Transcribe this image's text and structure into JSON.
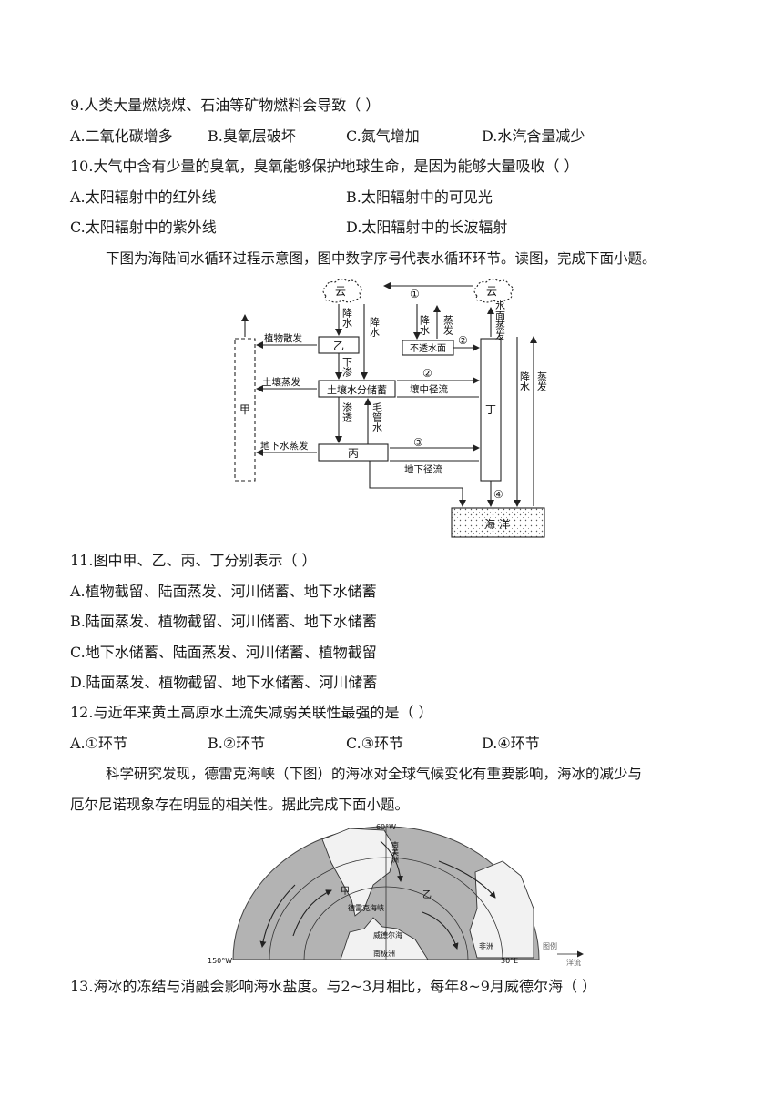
{
  "q9": {
    "stem": "9.人类大量燃烧煤、石油等矿物燃料会导致（    ）",
    "options": [
      "A.二氧化碳增多",
      "B.臭氧层破坏",
      "C.氮气增加",
      "D.水汽含量减少"
    ]
  },
  "q10": {
    "stem": "10.大气中含有少量的臭氧，臭氧能够保护地球生命，是因为能够大量吸收（    ）",
    "options": [
      "A.太阳辐射中的红外线",
      "B.太阳辐射中的可见光",
      "C.太阳辐射中的紫外线",
      "D.太阳辐射中的长波辐射"
    ]
  },
  "intro1": "下图为海陆间水循环过程示意图，图中数字序号代表水循环环节。读图，完成下面小题。",
  "diagram1": {
    "cloud_left": "云",
    "cloud_right": "云",
    "n1": "①",
    "n2a": "②",
    "n2b": "②",
    "n3": "③",
    "n4": "④",
    "jia": "甲",
    "yi": "乙",
    "bing": "丙",
    "ding": "丁",
    "plant_evap": "植物散发",
    "soil_evap": "土壤蒸发",
    "ground_evap": "地下水蒸发",
    "soil_store": "土壤水分储蓄",
    "impervious": "不透水面",
    "soil_runoff": "壤中径流",
    "ground_runoff": "地下径流",
    "ocean": "海    洋",
    "rain1": "降水",
    "rain2": "降水",
    "rain3": "降水",
    "rain4": "降水",
    "evap1": "蒸发",
    "evap2": "蒸发",
    "surface_evap": "水面蒸发",
    "infiltrate": "下渗",
    "percolate": "渗透",
    "capillary": "毛管水"
  },
  "q11": {
    "stem": "11.图中甲、乙、丙、丁分别表示（    ）",
    "options": [
      "A.植物截留、陆面蒸发、河川储蓄、地下水储蓄",
      "B.陆面蒸发、植物截留、河川储蓄、地下水储蓄",
      "C.地下水储蓄、陆面蒸发、河川储蓄、植物截留",
      "D.陆面蒸发、植物截留、地下水储蓄、河川储蓄"
    ]
  },
  "q12": {
    "stem": "12.与近年来黄土高原水土流失减弱关联性最强的是（    ）",
    "options": [
      "A.①环节",
      "B.②环节",
      "C.③环节",
      "D.④环节"
    ]
  },
  "intro2a": "科学研究发现，德雷克海峡（下图）的海冰对全球气候变化有重要影响，海冰的减少与",
  "intro2b": "厄尔尼诺现象存在明显的相关性。据此完成下面小题。",
  "map": {
    "lon_top": "60°W",
    "lon_left": "150°W",
    "lon_right": "30°E",
    "south_america": "南美洲",
    "africa": "非洲",
    "antarctica": "南极洲",
    "drake": "德雷克海峡",
    "weddell": "威德尔海",
    "jia": "甲",
    "yi": "乙",
    "legend_title": "图例",
    "legend_current": "洋流"
  },
  "q13": {
    "stem": "13.海冰的冻结与消融会影响海水盐度。与2~3月相比，每年8~9月威德尔海（    ）"
  }
}
